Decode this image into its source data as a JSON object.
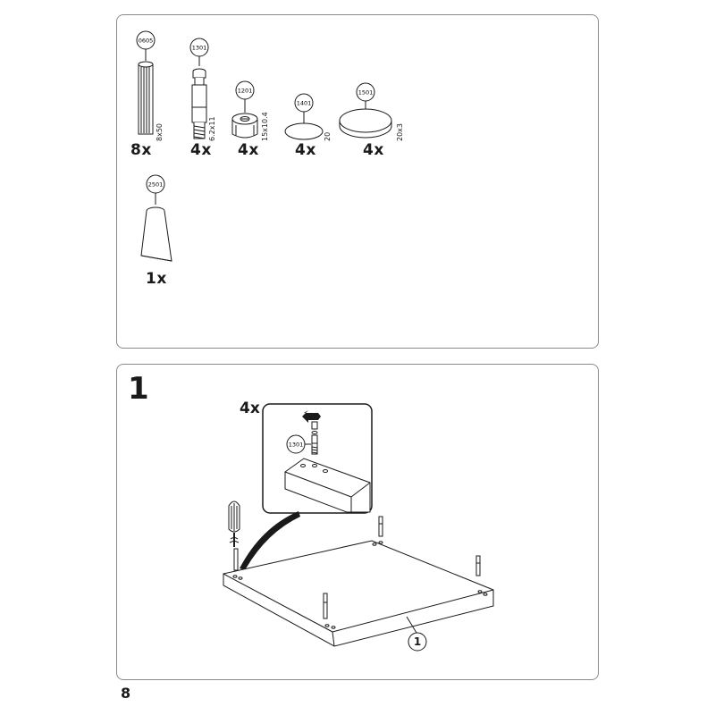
{
  "parts": [
    {
      "code": "0605",
      "qty": "8x",
      "dim": "8x50",
      "name": "wooden-dowel"
    },
    {
      "code": "1301",
      "qty": "4x",
      "dim": "6.2x11",
      "name": "cam-bolt"
    },
    {
      "code": "1201",
      "qty": "4x",
      "dim": "15x10.4",
      "name": "cam-lock"
    },
    {
      "code": "1401",
      "qty": "4x",
      "dim": "20",
      "name": "felt-pad"
    },
    {
      "code": "1501",
      "qty": "4x",
      "dim": "20x3",
      "name": "round-pad"
    },
    {
      "code": "2501",
      "qty": "1x",
      "dim": "",
      "name": "glue-tube"
    }
  ],
  "step": {
    "number": "1",
    "quantity": "4x",
    "callout_code": "1301",
    "panel_label": "1"
  },
  "page_number": "8"
}
